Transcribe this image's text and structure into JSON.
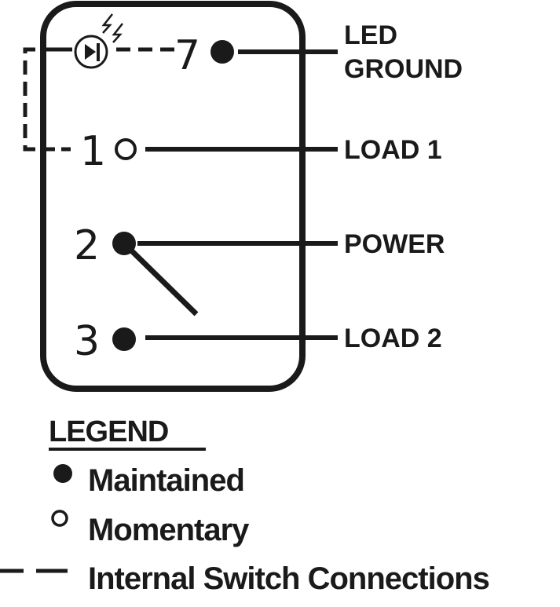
{
  "pins": {
    "p7": "7",
    "p1": "1",
    "p2": "2",
    "p3": "3"
  },
  "labels": {
    "led": "LED",
    "ground": "GROUND",
    "load1": "LOAD 1",
    "power": "POWER",
    "load2": "LOAD 2"
  },
  "legend": {
    "title": "LEGEND",
    "maintained": "Maintained",
    "momentary": "Momentary",
    "internal": "Internal Switch Connections"
  },
  "colors": {
    "ink": "#1a1a1a",
    "background": "#ffffff"
  }
}
